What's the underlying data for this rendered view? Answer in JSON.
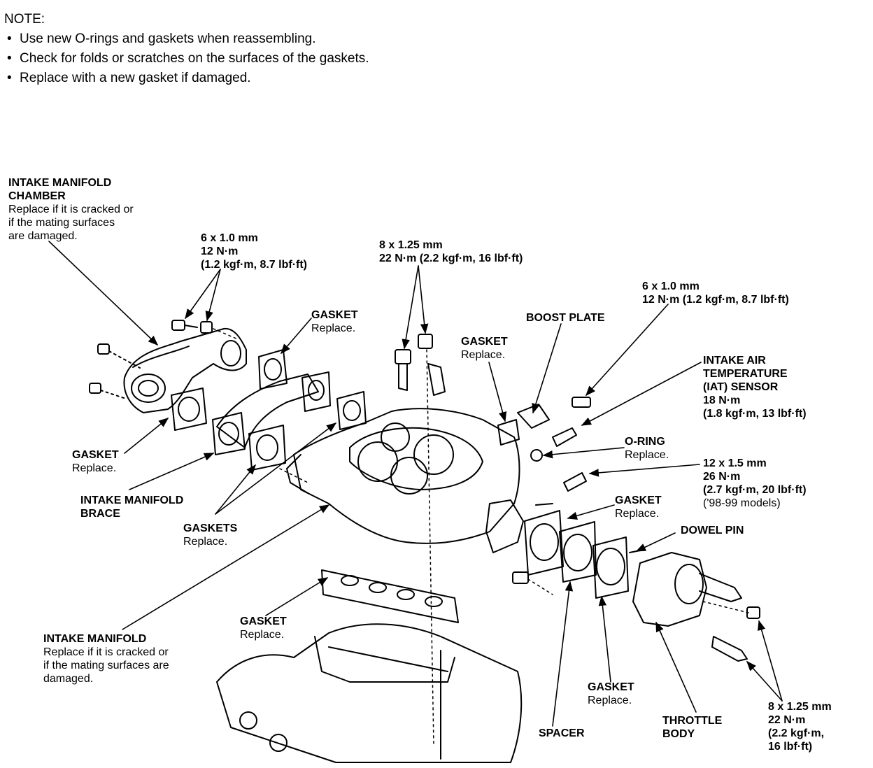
{
  "note": {
    "heading": "NOTE:",
    "bullets": [
      "Use new O-rings and gaskets when reassembling.",
      "Check for folds or scratches on the surfaces of the gaskets.",
      "Replace with a new gasket if damaged."
    ]
  },
  "labels": {
    "chamber": {
      "title1": "INTAKE MANIFOLD",
      "title2": "CHAMBER",
      "l1": "Replace if it is cracked or",
      "l2": "if the mating surfaces",
      "l3": "are damaged."
    },
    "bolt6_top": {
      "l1": "6 x 1.0 mm",
      "l2": "12 N·m",
      "l3": "(1.2 kgf·m, 8.7 lbf·ft)"
    },
    "bolt8_top": {
      "l1": "8 x 1.25 mm",
      "l2": "22 N·m (2.2 kgf·m, 16 lbf·ft)"
    },
    "gasket_top": {
      "title": "GASKET",
      "sub": "Replace."
    },
    "boost_plate": {
      "title": "BOOST PLATE"
    },
    "gasket_boost": {
      "title": "GASKET",
      "sub": "Replace."
    },
    "bolt6_right": {
      "l1": "6 x 1.0 mm",
      "l2": "12 N·m (1.2 kgf·m, 8.7 lbf·ft)"
    },
    "iat": {
      "l1": "INTAKE AIR",
      "l2": "TEMPERATURE",
      "l3": "(IAT) SENSOR",
      "l4": "18 N·m",
      "l5": "(1.8 kgf·m, 13 lbf·ft)"
    },
    "oring": {
      "title": "O-RING",
      "sub": "Replace."
    },
    "bolt12": {
      "l1": "12 x 1.5 mm",
      "l2": "26 N·m",
      "l3": "(2.7 kgf·m, 20 lbf·ft)",
      "l4": "('98-99 models)"
    },
    "gasket_left": {
      "title": "GASKET",
      "sub": "Replace."
    },
    "brace": {
      "title1": "INTAKE MANIFOLD",
      "title2": "BRACE"
    },
    "gaskets": {
      "title": "GASKETS",
      "sub": "Replace."
    },
    "gasket_spacer": {
      "title": "GASKET",
      "sub": "Replace."
    },
    "dowel": {
      "title": "DOWEL PIN"
    },
    "manifold": {
      "title": "INTAKE MANIFOLD",
      "l1": "Replace if it is cracked or",
      "l2": "if the mating surfaces are",
      "l3": "damaged."
    },
    "gasket_lower": {
      "title": "GASKET",
      "sub": "Replace."
    },
    "gasket_tb": {
      "title": "GASKET",
      "sub": "Replace."
    },
    "spacer": {
      "title": "SPACER"
    },
    "throttle": {
      "title1": "THROTTLE",
      "title2": "BODY"
    },
    "bolt8_right": {
      "l1": "8 x 1.25 mm",
      "l2": "22 N·m",
      "l3": "(2.2 kgf·m,",
      "l4": "16 lbf·ft)"
    }
  }
}
